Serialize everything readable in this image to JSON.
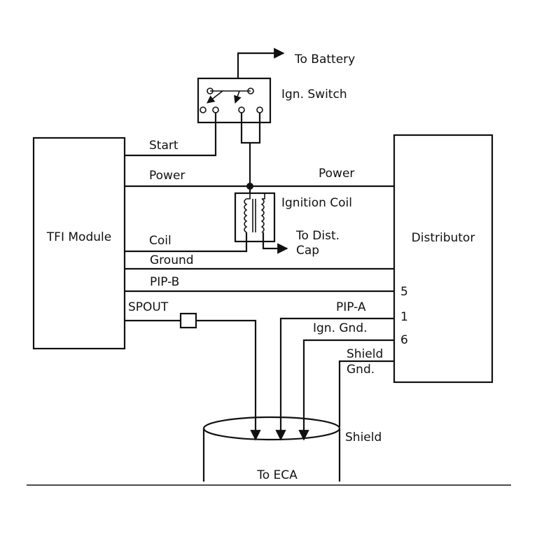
{
  "components": {
    "tfi_module": "TFI Module",
    "distributor": "Distributor",
    "ign_switch": "Ign. Switch",
    "ignition_coil": "Ignition Coil"
  },
  "labels": {
    "to_battery": "To Battery",
    "start": "Start",
    "power_left": "Power",
    "power_right": "Power",
    "coil": "Coil",
    "to_dist_line1": "To Dist.",
    "to_dist_line2": "Cap",
    "ground": "Ground",
    "pip_b": "PIP-B",
    "spout": "SPOUT",
    "pip_a": "PIP-A",
    "ign_gnd": "Ign. Gnd.",
    "shield_gnd_line1": "Shield",
    "shield_gnd_line2": "Gnd.",
    "shield": "Shield",
    "to_eca": "To ECA"
  },
  "pins": {
    "pin_5": "5",
    "pin_1": "1",
    "pin_6": "6"
  }
}
